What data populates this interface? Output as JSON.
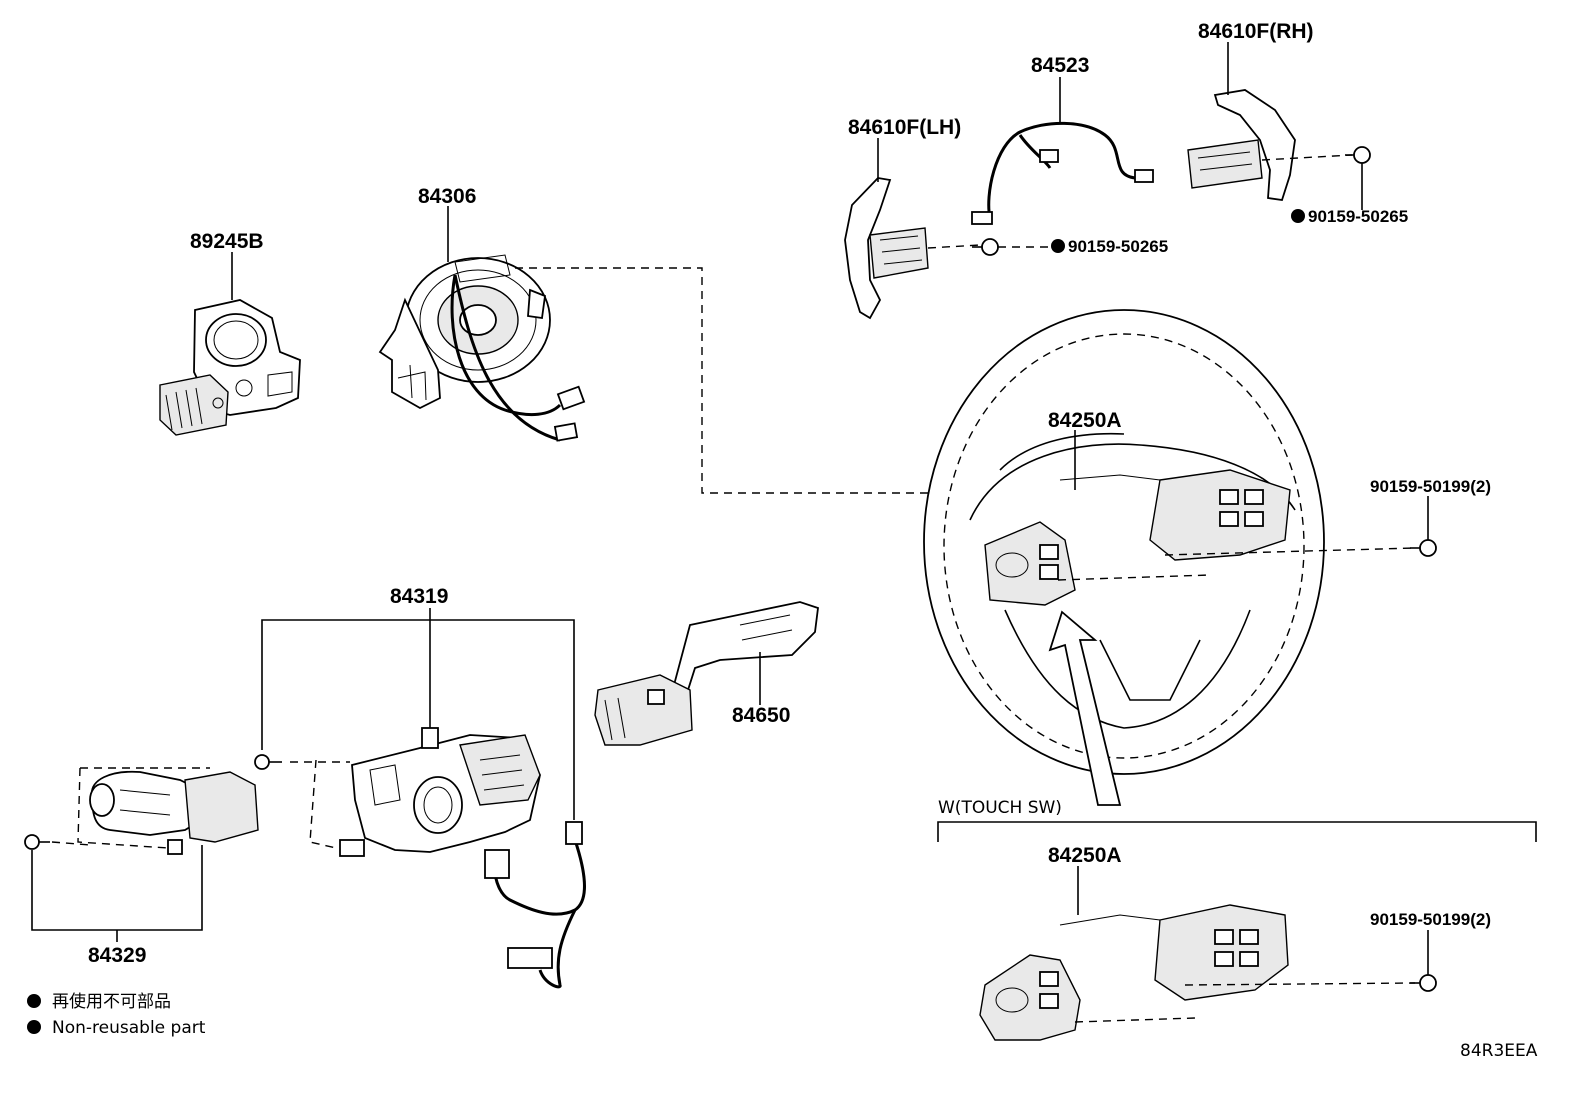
{
  "labels": {
    "p89245b": "89245B",
    "p84306": "84306",
    "p84610f_lh": "84610F(LH)",
    "p84523": "84523",
    "p84610f_rh": "84610F(RH)",
    "p90159_50265_a": "90159-50265",
    "p90159_50265_b": "90159-50265",
    "p84250a_top": "84250A",
    "p90159_50199_top": "90159-50199(2)",
    "p84319": "84319",
    "p84650": "84650",
    "p84329": "84329",
    "touch_sw": "W(TOUCH SW)",
    "p84250a_bottom": "84250A",
    "p90159_50199_bottom": "90159-50199(2)"
  },
  "legend": {
    "jp": "再使用不可部品",
    "en": "Non-reusable part"
  },
  "diagram_code": "84R3EEA",
  "icons": {
    "non_reusable_marker": "filled-circle"
  }
}
